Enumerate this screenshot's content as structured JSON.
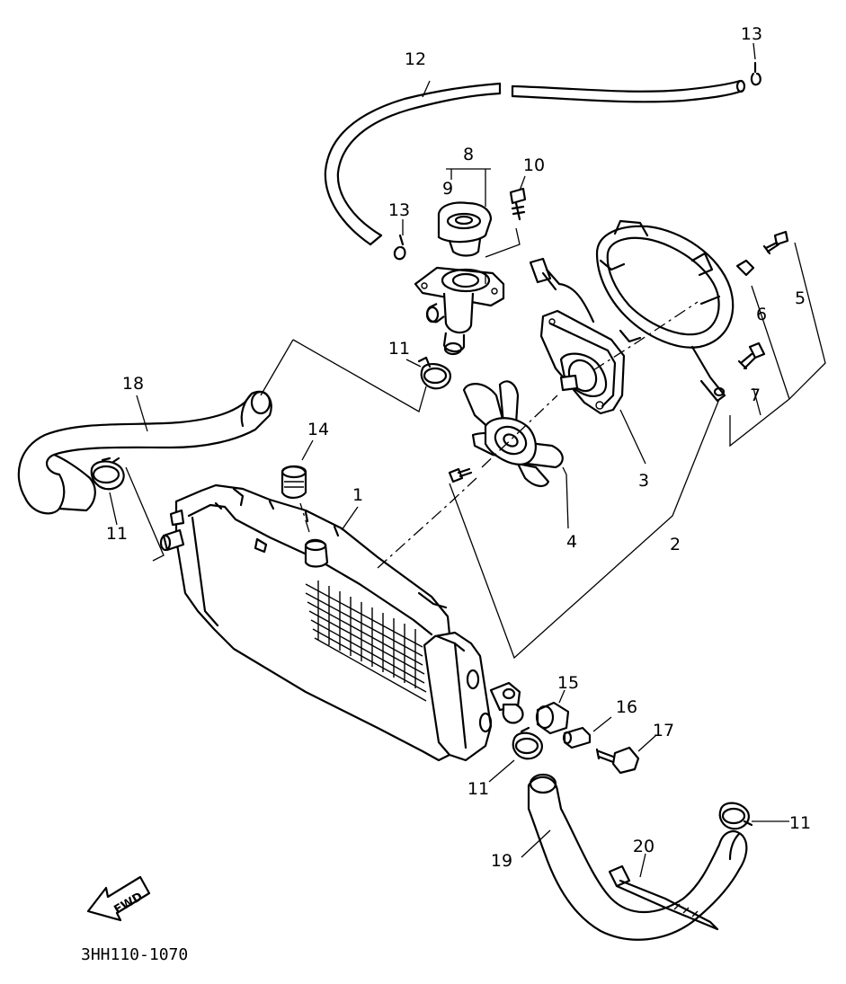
{
  "diagram": {
    "code": "3HH110-1070",
    "fwd_label": "FWD",
    "callouts": [
      {
        "id": "c1",
        "text": "1"
      },
      {
        "id": "c2",
        "text": "2"
      },
      {
        "id": "c3",
        "text": "3"
      },
      {
        "id": "c4",
        "text": "4"
      },
      {
        "id": "c5",
        "text": "5"
      },
      {
        "id": "c6",
        "text": "6"
      },
      {
        "id": "c7",
        "text": "7"
      },
      {
        "id": "c8",
        "text": "8"
      },
      {
        "id": "c9",
        "text": "9"
      },
      {
        "id": "c10",
        "text": "10"
      },
      {
        "id": "c11a",
        "text": "11"
      },
      {
        "id": "c11b",
        "text": "11"
      },
      {
        "id": "c11c",
        "text": "11"
      },
      {
        "id": "c11d",
        "text": "11"
      },
      {
        "id": "c12",
        "text": "12"
      },
      {
        "id": "c13a",
        "text": "13"
      },
      {
        "id": "c13b",
        "text": "13"
      },
      {
        "id": "c14",
        "text": "14"
      },
      {
        "id": "c15",
        "text": "15"
      },
      {
        "id": "c16",
        "text": "16"
      },
      {
        "id": "c17",
        "text": "17"
      },
      {
        "id": "c18",
        "text": "18"
      },
      {
        "id": "c19",
        "text": "19"
      },
      {
        "id": "c20",
        "text": "20"
      }
    ]
  }
}
